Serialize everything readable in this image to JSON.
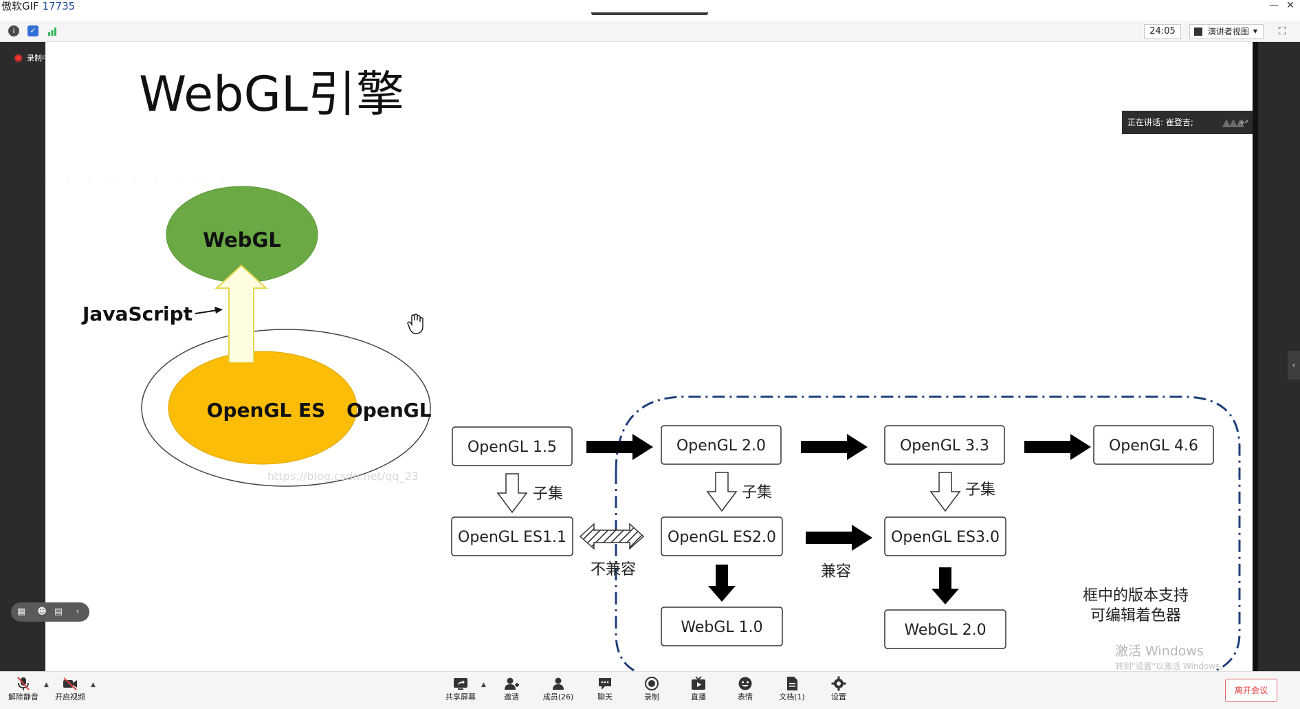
{
  "window": {
    "title": "傲软GIF",
    "title_number": "17735",
    "minimize_label": "—",
    "close_label": "✕"
  },
  "meeting_bar": {
    "timer": "24:05",
    "view_mode": "演讲者视图",
    "info_icon": "info-icon",
    "security_icon": "shield-icon",
    "signal_icon": "signal-icon"
  },
  "recording": {
    "label": "录制中"
  },
  "speaker": {
    "label": "正在讲话: 崔登吉;"
  },
  "slide": {
    "title": "WebGL引擎",
    "webgl_label": "WebGL",
    "javascript_label": "JavaScript",
    "opengl_es_label": "OpenGL ES",
    "opengl_label": "OpenGL",
    "blog_watermark": "https://blog.csdn.net/qq_23",
    "boxes": {
      "opengl15": "OpenGL 1.5",
      "opengl20": "OpenGL 2.0",
      "opengl33": "OpenGL 3.3",
      "opengl46": "OpenGL 4.6",
      "es11": "OpenGL ES1.1",
      "es20": "OpenGL ES2.0",
      "es30": "OpenGL ES3.0",
      "webgl10": "WebGL 1.0",
      "webgl20": "WebGL 2.0"
    },
    "subset_label_1": "子集",
    "subset_label_2": "子集",
    "subset_label_3": "子集",
    "incompatible_label": "不兼容",
    "compatible_label": "兼容",
    "frame_note_line1": "框中的版本支持",
    "frame_note_line2": "可编辑着色器"
  },
  "os_watermark": {
    "line1": "激活 Windows",
    "line2": "转到\"设置\"以激活 Windows。"
  },
  "controls": {
    "unmute": "解除静音",
    "start_video": "开启视频",
    "share_screen": "共享屏幕",
    "invite": "邀请",
    "members": "成员(26)",
    "chat": "聊天",
    "record": "录制",
    "live": "直播",
    "reactions": "表情",
    "docs": "文档(1)",
    "settings": "设置",
    "leave": "离开会议"
  },
  "colors": {
    "webgl_fill": "#6aa944",
    "opengl_es_fill": "#fbbd08",
    "arrow_js_fill": "#fffde0",
    "arrow_js_stroke": "#e6d64a",
    "dashed_frame": "#1f3f7a",
    "leave_red": "#e03a3a",
    "side_dark": "#2b2b2b"
  }
}
